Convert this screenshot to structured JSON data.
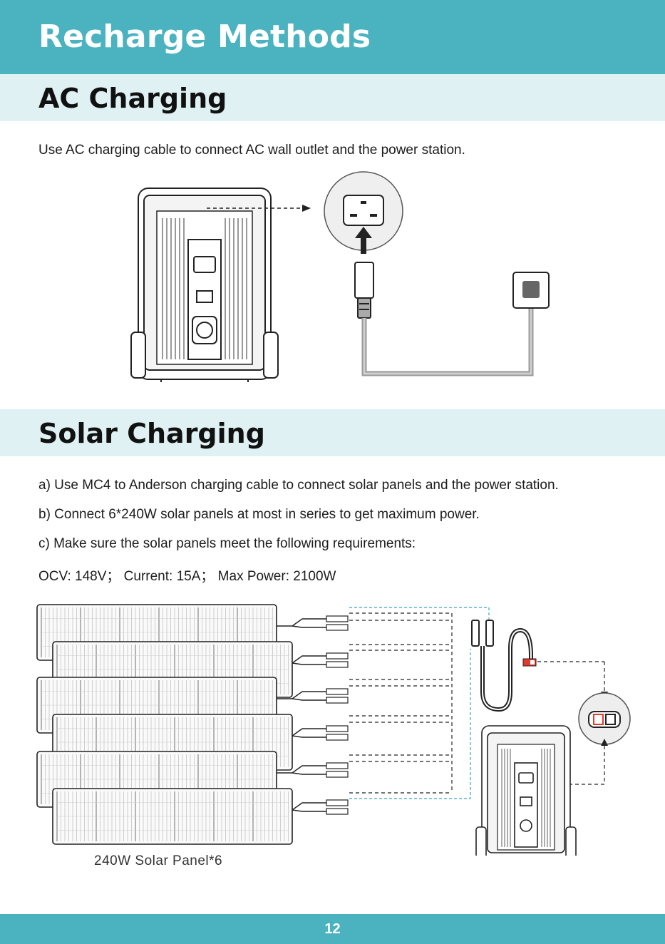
{
  "header": {
    "title": "Recharge Methods"
  },
  "ac_section": {
    "heading": "AC Charging",
    "instruction": "Use AC charging cable to connect AC wall outlet and the power station."
  },
  "solar_section": {
    "heading": "Solar Charging",
    "steps": [
      "a) Use MC4 to Anderson charging cable to connect solar panels and the power station.",
      "b) Connect 6*240W solar panels at most in series to get maximum power.",
      "c) Make sure the solar panels meet the following requirements:"
    ],
    "requirements": "OCV: 148V； Current: 15A； Max Power: 2100W",
    "panel_caption": "240W Solar Panel*6"
  },
  "footer": {
    "page_number": "12"
  },
  "colors": {
    "accent": "#4bb3c0",
    "section_bg": "#dff1f3",
    "anderson_red": "#e23b2e"
  }
}
